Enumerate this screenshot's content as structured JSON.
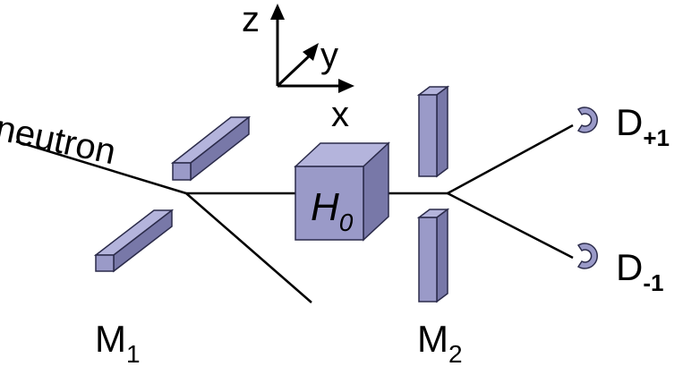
{
  "axes": {
    "z_label": "z",
    "y_label": "y",
    "x_label": "x"
  },
  "beam": {
    "label": "neutron"
  },
  "hamiltonian": {
    "symbol": "H",
    "subscript": "0"
  },
  "mirrors": {
    "m1": {
      "letter": "M",
      "subscript": "1"
    },
    "m2": {
      "letter": "M",
      "subscript": "2"
    }
  },
  "detectors": {
    "plus": {
      "letter": "D",
      "subscript": "+1"
    },
    "minus": {
      "letter": "D",
      "subscript": "-1"
    }
  },
  "colors": {
    "component_face": "#9a9ac8",
    "component_edge": "#2b2b4a",
    "line": "#000000"
  }
}
